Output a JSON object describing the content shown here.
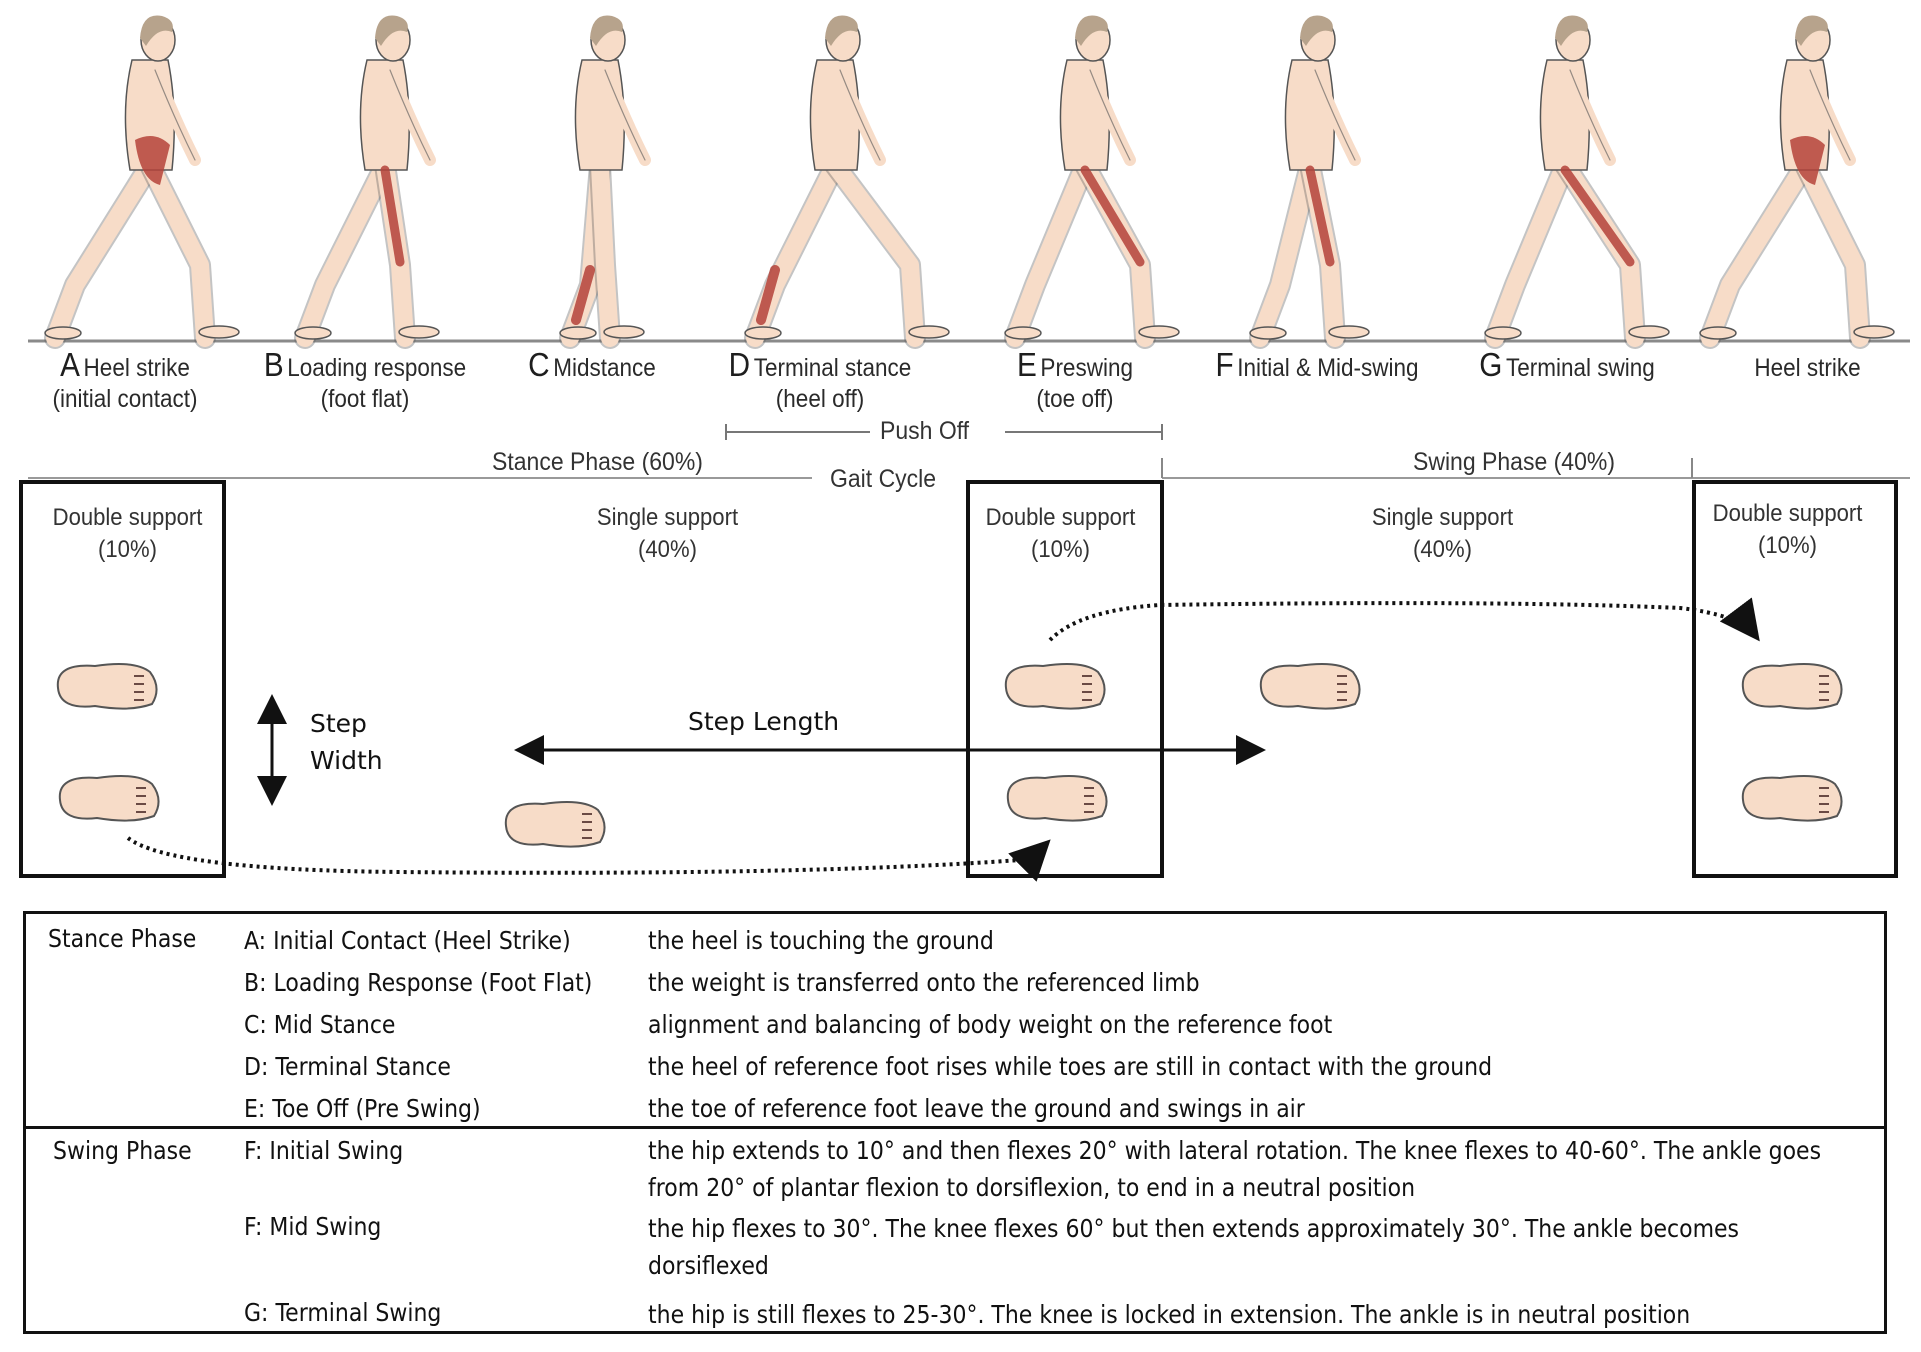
{
  "figure_phases": [
    {
      "letter": "A",
      "name": "Heel strike",
      "sub": "(initial contact)"
    },
    {
      "letter": "B",
      "name": "Loading response",
      "sub": "(foot flat)"
    },
    {
      "letter": "C",
      "name": "Midstance",
      "sub": ""
    },
    {
      "letter": "D",
      "name": "Terminal stance",
      "sub": "(heel off)"
    },
    {
      "letter": "E",
      "name": "Preswing",
      "sub": "(toe off)"
    },
    {
      "letter": "F",
      "name": "Initial & Mid-swing",
      "sub": ""
    },
    {
      "letter": "G",
      "name": "Terminal swing",
      "sub": ""
    },
    {
      "letter": "",
      "name": "Heel strike",
      "sub": ""
    }
  ],
  "gait_cycle": {
    "push_off": "Push Off",
    "stance_phase": "Stance Phase (60%)",
    "gait_cycle": "Gait Cycle",
    "swing_phase": "Swing Phase (40%)"
  },
  "supports": [
    {
      "label": "Double support",
      "percent": "(10%)"
    },
    {
      "label": "Single support",
      "percent": "(40%)"
    },
    {
      "label": "Double support",
      "percent": "(10%)"
    },
    {
      "label": "Single support",
      "percent": "(40%)"
    },
    {
      "label": "Double support",
      "percent": "(10%)"
    }
  ],
  "measures": {
    "step_width_line1": "Step",
    "step_width_line2": "Width",
    "step_length": "Step Length"
  },
  "colors": {
    "skin": "#f7dcc8",
    "outline": "#555555",
    "muscle": "#b5433a",
    "box": "#111111",
    "baseline": "#8a8a8a"
  },
  "table": {
    "groups": [
      {
        "phase": "Stance Phase",
        "rows": [
          {
            "stage": "A: Initial Contact (Heel Strike)",
            "description": "the heel is touching the ground"
          },
          {
            "stage": "B: Loading Response (Foot Flat)",
            "description": "the weight is transferred onto the referenced limb"
          },
          {
            "stage": "C: Mid Stance",
            "description": "alignment and balancing of body weight on the reference foot"
          },
          {
            "stage": "D: Terminal Stance",
            "description": "the heel of reference foot rises while toes are still in contact with the ground"
          },
          {
            "stage": "E: Toe Off (Pre Swing)",
            "description": "the toe of reference foot  leave the ground and swings in air"
          }
        ]
      },
      {
        "phase": "Swing Phase",
        "rows": [
          {
            "stage": "F: Initial Swing",
            "description": "the hip extends to 10° and then flexes 20° with lateral rotation. The knee flexes to 40-60°. The ankle goes from 20° of plantar flexion to dorsiflexion, to end in a neutral position"
          },
          {
            "stage": "F: Mid Swing",
            "description": "the hip flexes to 30°. The knee flexes 60° but then extends approximately 30°. The ankle becomes dorsiflexed"
          },
          {
            "stage": "G: Terminal Swing",
            "description": "the hip is still flexes to 25-30°. The knee is locked in extension. The ankle is in neutral position"
          }
        ]
      }
    ]
  }
}
